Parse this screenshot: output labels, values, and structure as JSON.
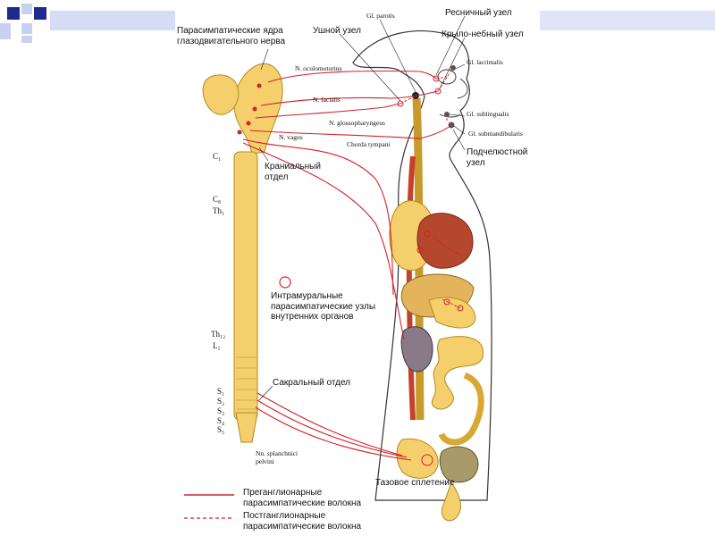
{
  "colors": {
    "accent_blue": "#1f2a8c",
    "accent_light": "#c9d1f0",
    "nerve_red": "#d4202a",
    "organ_yellow": "#f5cf6b",
    "organ_dark": "#c79a2c"
  },
  "labels": {
    "parasympathetic_nuclei": "Парасимпатические ядра глазодвигательного нерва",
    "otic_ganglion": "Ушной узел",
    "gl_parotis": "Gl. parotis",
    "ciliary_ganglion": "Ресничный узел",
    "pterygopalatine_ganglion": "Крыло-небный узел",
    "n_oculomotorius": "N. oculomotorius",
    "gl_lacrimalis": "Gl. lacrimalis",
    "n_facialis": "N. facialis",
    "n_glossopharyngeus": "N. glossopharyngeus",
    "gl_sublingualis": "Gl. sublingualis",
    "n_vagus": "N. vagus",
    "chorda_tympani": "Chorda tympani",
    "gl_submandibularis": "Gl. submandibularis",
    "submandibular_ganglion": "Подчелюстной узел",
    "cranial_division": "Краниальный отдел",
    "c1": "C₁",
    "c8": "C₈",
    "th1": "Th₁",
    "th12": "Th₁₂",
    "l1": "L₁",
    "intramural_ganglia": "Интрамуральные парасимпатические узлы внутренних органов",
    "sacral_division": "Сакральный отдел",
    "s1": "S₁",
    "s2": "S₂",
    "s3": "S₃",
    "s4": "S₄",
    "s5": "S₅",
    "nn_splanchnici_pelvini": "Nn. splanchnici pelvini",
    "pelvic_plexus": "Тазовое сплетение"
  },
  "legend": {
    "preganglionic": "Преганглионарные парасимпатические волокна",
    "postganglionic": "Постганглионарные парасимпатические волокна"
  }
}
